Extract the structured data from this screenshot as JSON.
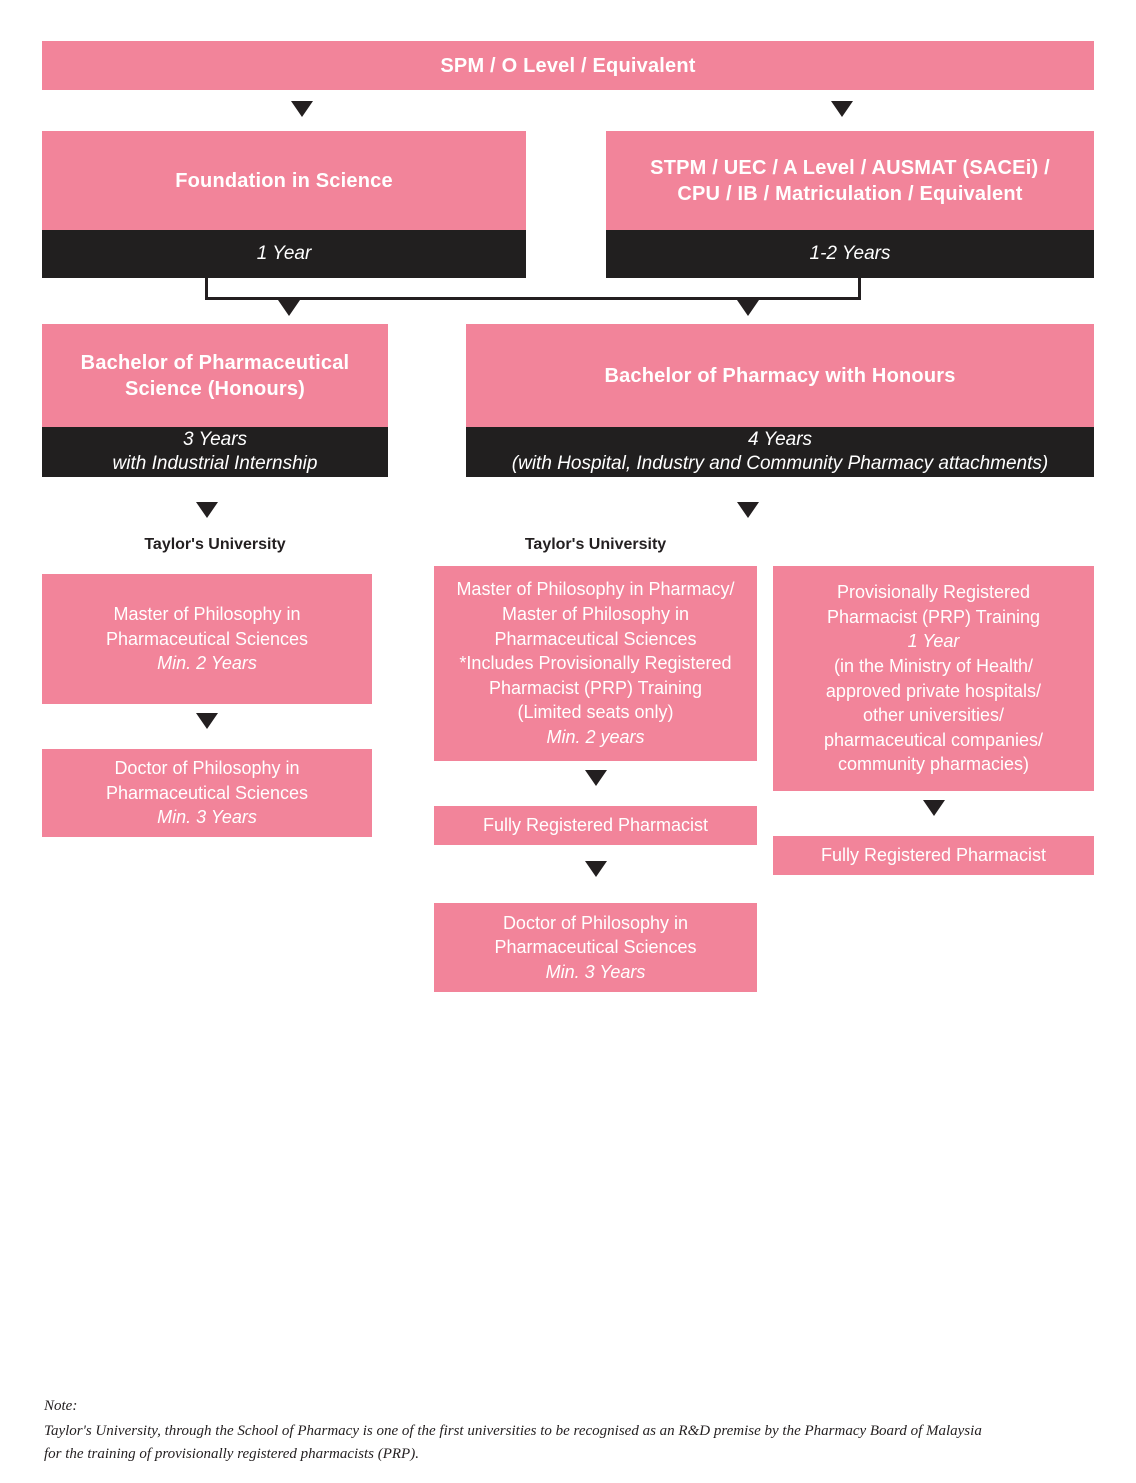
{
  "theme": {
    "pink": "#F2849A",
    "black": "#211F1F",
    "white": "#FFFFFF",
    "text_dark": "#231F20",
    "background": "#FFFFFF"
  },
  "flow": {
    "entry": {
      "title": "SPM / O Level / Equivalent"
    },
    "preu_left": {
      "title": "Foundation in Science",
      "duration": "1 Year"
    },
    "preu_right": {
      "title": "STPM / UEC / A Level / AUSMAT (SACEi) /\nCPU / IB / Matriculation / Equivalent",
      "title_line1": "STPM / UEC / A Level / AUSMAT (SACEi) /",
      "title_line2": "CPU / IB / Matriculation / Equivalent",
      "duration": "1-2 Years"
    },
    "degree_left": {
      "title_line1": "Bachelor of Pharmaceutical",
      "title_line2": "Science (Honours)",
      "duration_line1": "3 Years",
      "duration_line2": "with Industrial Internship"
    },
    "degree_right": {
      "title": "Bachelor of Pharmacy with Honours",
      "duration_line1": "4 Years",
      "duration_line2": "(with Hospital, Industry and Community Pharmacy attachments)"
    },
    "provider_label_left": "Taylor's University",
    "provider_label_mid": "Taylor's University",
    "postgrad_left_master": {
      "line1": "Master of Philosophy in",
      "line2": "Pharmaceutical Sciences",
      "line3_italic": "Min. 2 Years"
    },
    "postgrad_left_phd": {
      "line1": "Doctor of Philosophy in",
      "line2": "Pharmaceutical Sciences",
      "line3_italic": "Min. 3 Years"
    },
    "postgrad_mid_master": {
      "line1": "Master of Philosophy in Pharmacy/",
      "line2": "Master of Philosophy in",
      "line3": "Pharmaceutical Sciences",
      "line4": "*Includes Provisionally Registered",
      "line5": "Pharmacist (PRP) Training",
      "line6": "(Limited seats only)",
      "line7_italic": "Min. 2 years"
    },
    "mid_registered": {
      "title": "Fully Registered Pharmacist"
    },
    "postgrad_mid_phd": {
      "line1": "Doctor of Philosophy in",
      "line2": "Pharmaceutical Sciences",
      "line3_italic": "Min. 3 Years"
    },
    "prp_training": {
      "line1": "Provisionally Registered",
      "line2": "Pharmacist (PRP) Training",
      "line3_italic": "1 Year",
      "line4": "(in the Ministry of Health/",
      "line5": "approved private hospitals/",
      "line6": "other universities/",
      "line7": "pharmaceutical companies/",
      "line8": "community pharmacies)"
    },
    "right_registered": {
      "title": "Fully Registered Pharmacist"
    }
  },
  "footer": {
    "note_label": "Note:",
    "note_body": "Taylor's University, through the School of Pharmacy is one of the first universities to be recognised as an R&D premise by the Pharmacy Board of Malaysia\nfor the training of provisionally registered pharmacists (PRP)."
  }
}
